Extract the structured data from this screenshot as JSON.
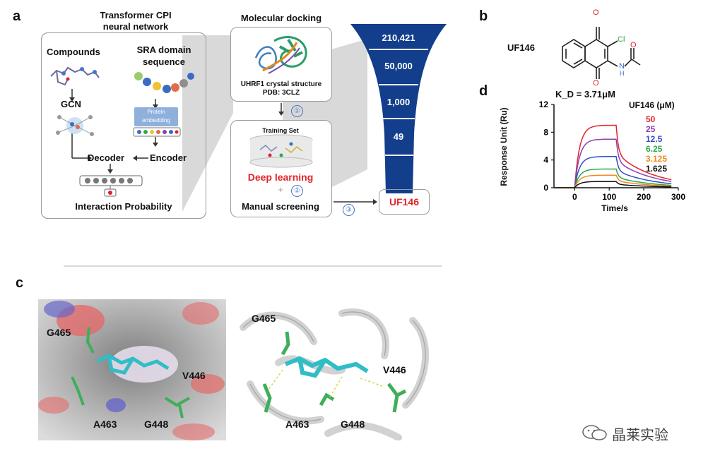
{
  "panels": {
    "a": "a",
    "b": "b",
    "c": "c",
    "d": "d"
  },
  "panel_a": {
    "transformer_title": "Transformer CPI\nneural network",
    "compounds": "Compounds",
    "sra_title": "SRA domain\nsequence",
    "gcn": "GCN",
    "protein_embedding": "Protein\nembedding",
    "decoder": "Decoder",
    "encoder": "Encoder",
    "interaction_probability": "Interaction Probability",
    "molecular_docking": "Molecular docking",
    "uhrf1_caption": "UHRF1 crystal structure\nPDB: 3CLZ",
    "step1": "①",
    "training_set": "Training Set",
    "deep_learning": "Deep learning",
    "plus": "+",
    "step2": "②",
    "manual_screening": "Manual screening",
    "step3": "③",
    "funnel": [
      "210,421",
      "50,000",
      "1,000",
      "49"
    ],
    "result": "UF146"
  },
  "panel_b": {
    "compound_label": "UF146",
    "atoms": {
      "o_top": "O",
      "o_bottom": "O",
      "cl": "Cl",
      "nh": "N",
      "h": "H",
      "o_amide": "O"
    }
  },
  "panel_c": {
    "surface_labels": [
      "G465",
      "V446",
      "A463",
      "G448"
    ],
    "cartoon_labels": [
      "G465",
      "V446",
      "A463",
      "G448"
    ]
  },
  "chart_data": {
    "type": "line",
    "title": "K_D = 3.71μM",
    "xlabel": "Time/s",
    "ylabel": "Response Unit (Ru)",
    "xlim": [
      -60,
      300
    ],
    "ylim": [
      0,
      12
    ],
    "xticks": [
      0,
      100,
      200,
      300
    ],
    "yticks": [
      0,
      4,
      8,
      12
    ],
    "legend_title": "UF146 (μM)",
    "series": [
      {
        "name": "50",
        "color": "#e0252b",
        "plateau": 9.0
      },
      {
        "name": "25",
        "color": "#8e3fb0",
        "plateau": 7.0
      },
      {
        "name": "12.5",
        "color": "#2f4fc6",
        "plateau": 4.5
      },
      {
        "name": "6.25",
        "color": "#2ea84a",
        "plateau": 2.7
      },
      {
        "name": "3.125",
        "color": "#f08a1e",
        "plateau": 1.8
      },
      {
        "name": "1.625",
        "color": "#111111",
        "plateau": 0.9
      }
    ]
  },
  "watermark": {
    "text": "晶莱实验"
  }
}
